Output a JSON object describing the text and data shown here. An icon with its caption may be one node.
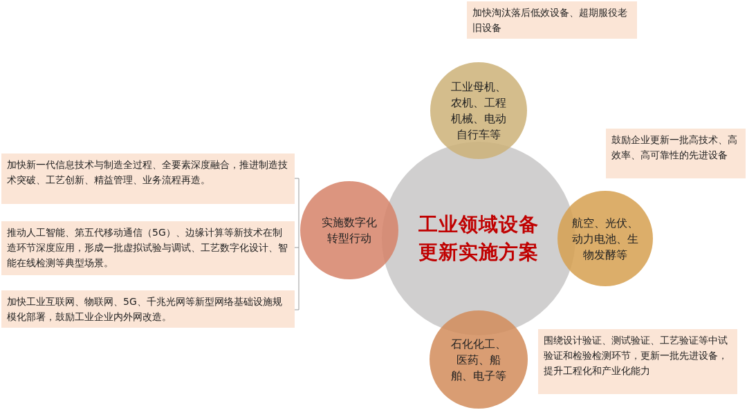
{
  "diagram": {
    "nodes": [
      {
        "text": [
          "加快淘汰落后低效设备、超期服役老旧设备"
        ]
      },
      {
        "text": [
          "工业母机、农机、工程机械、电动自行车等"
        ]
      },
      {
        "text": [
          "鼓励企业更新一批高技术、高效率、高可靠性的先进设备"
        ]
      },
      {
        "text": [
          "加快新一代信息技术与制造全过程、全要素深度融合，推进制造技术突破、工艺创新、精益管理、业务流程再造。"
        ]
      },
      {
        "text": [
          "实施数字化转型行动"
        ]
      },
      {
        "text": [
          "工业领域设备更新实施方案"
        ]
      },
      {
        "text": [
          "航空、光伏、动力电池、生物发酵等"
        ]
      },
      {
        "text": [
          "推动人工智能、第五代移动通信（5G）、边缘计算等新技术在制造环节深度应用，形成一批虚拟试验与调试、工艺数字化设计、智能在线检测等典型场景。"
        ]
      },
      {
        "text": [
          "加快工业互联网、物联网、5G、千兆光网等新型网络基础设施规模化部署，鼓励工业企业内外网改造。"
        ]
      },
      {
        "text": [
          "围绕设计验证、测试验证、工艺验证等中试验证和检验检测环节，更新一批先进设备，提升工程化和产业化能力"
        ]
      },
      {
        "text": [
          "石化化工、医药、船舶、电子等"
        ]
      }
    ]
  }
}
